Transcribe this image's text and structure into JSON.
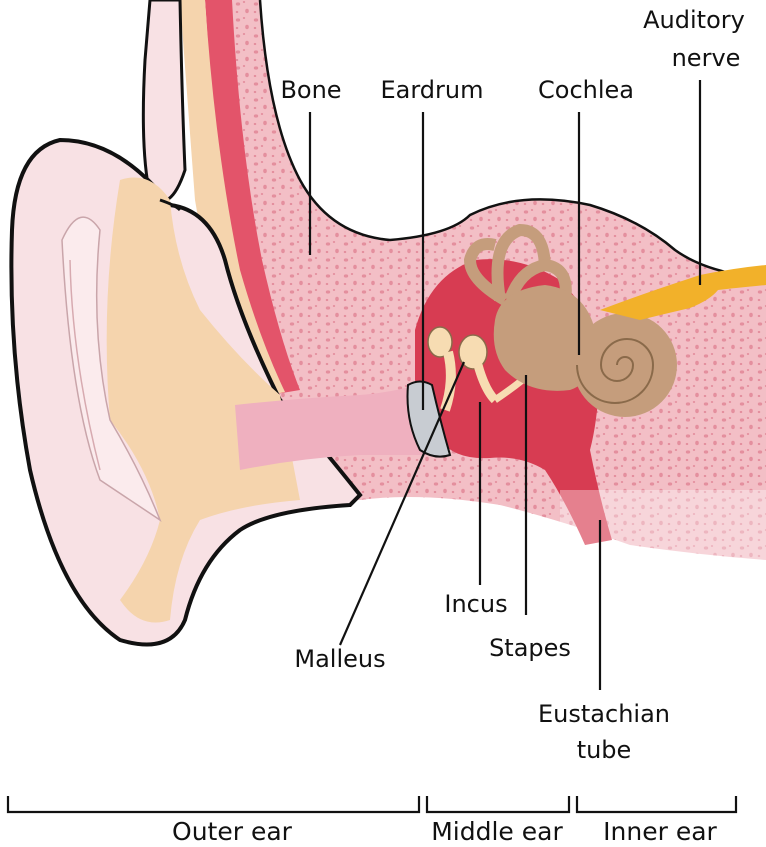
{
  "labels": {
    "auditory_nerve_line1": "Auditory",
    "auditory_nerve_line2": "nerve",
    "bone": "Bone",
    "eardrum": "Eardrum",
    "cochlea": "Cochlea",
    "incus": "Incus",
    "malleus": "Malleus",
    "stapes": "Stapes",
    "eustachian_line1": "Eustachian",
    "eustachian_line2": "tube"
  },
  "sections": {
    "outer": "Outer ear",
    "middle": "Middle ear",
    "inner": "Inner ear"
  },
  "colors": {
    "skin": "#f8e1e4",
    "cartilage": "#f5d4ad",
    "bone_tissue": "#f3bfc6",
    "bone_dots": "#e48f9e",
    "cavity": "#d73c52",
    "canal": "#efb0bf",
    "eardrum": "#c8ccd2",
    "ossicles": "#f7dcb2",
    "cochlea": "#c59d7c",
    "nerve": "#f2b12a"
  }
}
